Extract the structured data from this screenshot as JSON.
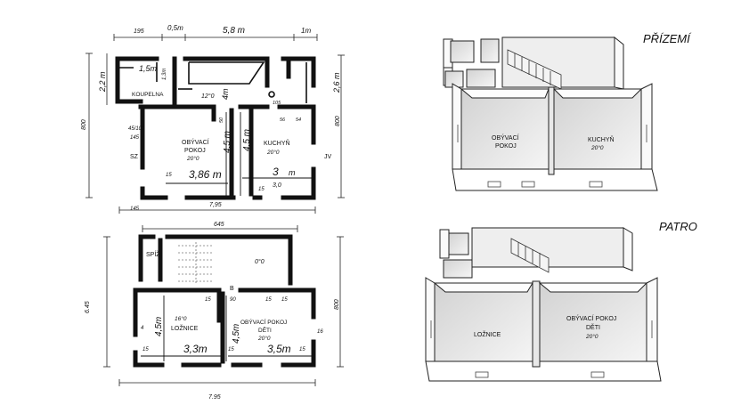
{
  "plan_ground": {
    "dims_top": [
      "195",
      "0,5m",
      "5,8 m",
      "1m"
    ],
    "dim_left": "2,2 m",
    "dim_left_total": "800",
    "dim_right": "2,6 m",
    "dim_right_total": "800",
    "koupelna_dim": "1,5m",
    "koupelna_dim_v": "1,3m",
    "koupelna": "KOUPELNA",
    "hall_temp": "12°0",
    "hall_dim": "4m",
    "hall_small": "105",
    "num_56": "56",
    "num_54": "54",
    "num_50": "50",
    "num_45_100": "45/100",
    "num_145": "145",
    "obyvaci": [
      "OBÝVACÍ",
      "POKOJ",
      "20°0"
    ],
    "kuchyn": [
      "KUCHYŇ",
      "20°0"
    ],
    "dim_45a": "4,5 m",
    "dim_45b": "4,5 m",
    "width_386": "3,86 m",
    "width_3": "3",
    "width_30": "3,0",
    "m_label": "m",
    "sz": "SZ",
    "jv": "JV",
    "n15a": "15",
    "n15b": "15",
    "bottom": "7,95",
    "bottom_left": "145"
  },
  "plan_upper": {
    "dim_top": "645",
    "dim_left": "6.45",
    "dim_right": "800",
    "spiz": "SPÍŽ",
    "temp_hall": "0°0",
    "b_label": "B",
    "n90": "90",
    "n15s": [
      "15",
      "15",
      "15",
      "15",
      "15",
      "15"
    ],
    "loznice": [
      "16°0",
      "LOŽNICE"
    ],
    "deti": [
      "OBÝVACÍ POKOJ",
      "DĚTI",
      "20°0"
    ],
    "dim_45a": "4,5m",
    "dim_45b": "4,5m",
    "n4": "4",
    "n16": "16",
    "w33": "3,3m",
    "w35": "3,5m",
    "bottom": "7.95"
  },
  "iso_ground": {
    "title": "PŘÍZEMÍ",
    "obyvaci": [
      "OBÝVACÍ",
      "POKOJ"
    ],
    "kuchyn": [
      "KUCHYŇ",
      "20°0"
    ]
  },
  "iso_upper": {
    "title": "PATRO",
    "loznice": "LOŽNICE",
    "deti": [
      "OBÝVACÍ POKOJ",
      "DĚTI",
      "20°0"
    ]
  }
}
